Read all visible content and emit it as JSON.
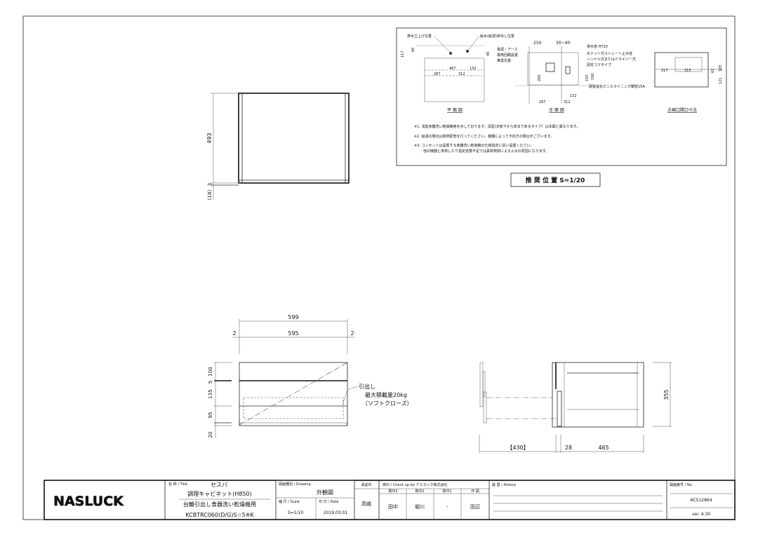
{
  "plan_view": {
    "dims": {
      "height": "493",
      "gap": "3",
      "base": "(18)"
    }
  },
  "front_view": {
    "dims": {
      "overall_width": "599",
      "inner_width": "595",
      "side_left": "2",
      "side_right": "2",
      "h_top": "100",
      "h_gap": "5",
      "h_drawer": "135",
      "h_bottom": "95",
      "h_base": "20"
    },
    "note": [
      "引出し",
      "最大積載量20kg",
      "（ソフトクローズ）"
    ]
  },
  "side_view": {
    "dims": {
      "drawer_travel": "【430】",
      "front": "28",
      "depth": "465",
      "height": "355"
    }
  },
  "recommended_position": {
    "title": "推 奨 位 置  S=1/20",
    "labels": {
      "drain_riser": "排水立上げ位置",
      "supply_outlet": "給水(給湯)床出し位置",
      "drain_pipe": "排水管 HT20",
      "power": [
        "電源・アース",
        "専用回路設置",
        "推奨位置"
      ],
      "valve": [
        "片ナット付ストレート止水栓",
        "ハンドル式またはドライバー式",
        "固定コマタイプ"
      ],
      "pipe": "硬質塩化ビニルライニング鋼管15A",
      "plan_caption": "平 面 図",
      "front_caption": "正 面 図",
      "opening_caption": "点検口開口寸法"
    },
    "dims": {
      "d117": "117",
      "d66": "66",
      "d40": "40",
      "d467": "467",
      "d132a": "132",
      "d287a": "287",
      "d312a": "312",
      "d250": "250",
      "d30_40": "30~40",
      "d200": "200",
      "d155": "155",
      "d190": "190",
      "d132b": "132",
      "d287b": "287",
      "d312b": "312",
      "d217": "217",
      "d315": "315",
      "d62": "62",
      "d105": "105",
      "d121": "121"
    },
    "notes": [
      "※1. 浅型食器洗い乾燥機用を示しております。深型(天板下から床まであるタイプ）は本図と異なります。",
      "※2. 給湯の場合は耐熱配管を行ってください。機種によって不向きの場合がございます。",
      "※3. コンセントは設置する食器洗い乾燥機の仕様指定に従い設置ください。",
      "他の機器と併用したり指定容量不足では異常発熱による火災の原因になります。"
    ]
  },
  "title_block": {
    "logo": "NASLUCK",
    "title_label": "名 称 / Title",
    "title_main": "セスパ",
    "title_line1": "調理キャビネット(H850)",
    "title_line2": "台輪引出し食器洗い乾燥機用",
    "title_line3": "KCBTRC060(D/G)S☆5※K",
    "drawing_label": "図面種別 / Drawing",
    "drawing_value": "外観図",
    "scale_label": "縮 尺 / Scale",
    "scale_value": "S=1/10",
    "date_label": "日 付 / Date",
    "date_value": "2019.03.01",
    "approval_label": "承認印",
    "approval_value": "高嶋",
    "check_label": "検印 / Check up by  アスラック株式会社",
    "check_cols": [
      "検印3",
      "検印2",
      "検印1",
      "作 図"
    ],
    "check_values": [
      "田中",
      "堀川",
      "-",
      "田辺"
    ],
    "history_label": "履 歴 / History",
    "no_label": "図面番号 / No.",
    "no_value": "ACS12864",
    "version": "ver. 4.30"
  }
}
